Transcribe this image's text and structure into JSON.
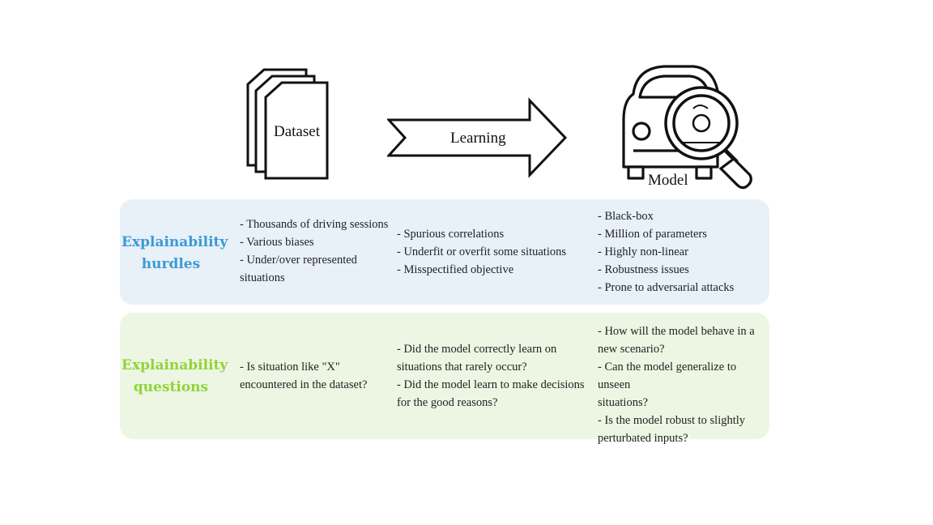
{
  "top": {
    "dataset_label": "Dataset",
    "learning_label": "Learning",
    "model_label": "Model"
  },
  "rows": [
    {
      "label_lines": [
        "Explainability",
        "hurdles"
      ],
      "label_color": "#3a9ad6",
      "panel_color": "#e8f0f8",
      "columns": [
        [
          "- Thousands of driving sessions",
          "- Various biases",
          "- Under/over represented",
          "situations"
        ],
        [
          "- Spurious correlations",
          "- Underfit or overfit some situations",
          "- Misspectified objective"
        ],
        [
          "- Black-box",
          "- Million of parameters",
          "- Highly non-linear",
          "- Robustness issues",
          "- Prone to adversarial attacks"
        ]
      ]
    },
    {
      "label_lines": [
        "Explainability",
        "questions"
      ],
      "label_color": "#8fd43a",
      "panel_color": "#edf6e2",
      "columns": [
        [
          "- Is situation like \"X\"",
          "encountered in the dataset?"
        ],
        [
          "- Did the model correctly learn on",
          "situations that rarely occur?",
          "- Did the model learn to make decisions",
          "for the good reasons?"
        ],
        [
          "- How will the model behave in a",
          "new scenario?",
          "- Can the model generalize to unseen",
          "situations?",
          "- Is the model robust to slightly",
          "perturbated inputs?"
        ]
      ]
    }
  ]
}
